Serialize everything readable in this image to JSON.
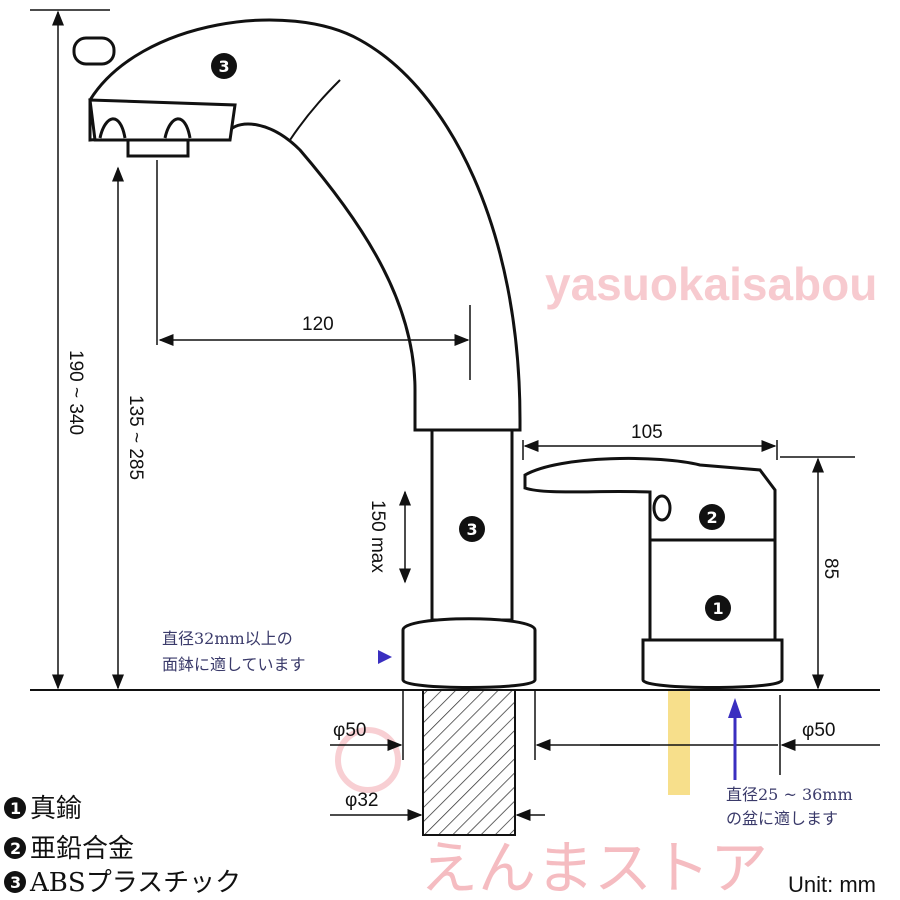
{
  "dimensions": {
    "total_height": "190 ~ 340",
    "spout_height": "135 ~ 285",
    "spout_reach": "120",
    "pull_out": "150 max",
    "handle_width": "105",
    "handle_height": "85",
    "left_base_dia": "φ50",
    "left_hole_dia": "φ32",
    "right_base_dia": "φ50"
  },
  "notes": {
    "left_line1": "直径32mm以上の",
    "left_line2": "面鉢に適しています",
    "right_line1": "直径25 ~ 36mm",
    "right_line2": "の盆に適します"
  },
  "part_markers": {
    "spout_head": "3",
    "spout_body": "3",
    "handle": "2",
    "body": "1"
  },
  "legend": [
    {
      "num": "1",
      "label": "真鍮"
    },
    {
      "num": "2",
      "label": "亜鉛合金"
    },
    {
      "num": "3",
      "label": "ABSプラスチック"
    }
  ],
  "unit": "Unit: mm",
  "watermark": {
    "latin": "yasuokaisabou",
    "japanese": "えんまストア"
  },
  "colors": {
    "arrow_blue": "#3a2fc0",
    "watermark": "#f2a0a8",
    "highlight": "#f5d76e"
  }
}
